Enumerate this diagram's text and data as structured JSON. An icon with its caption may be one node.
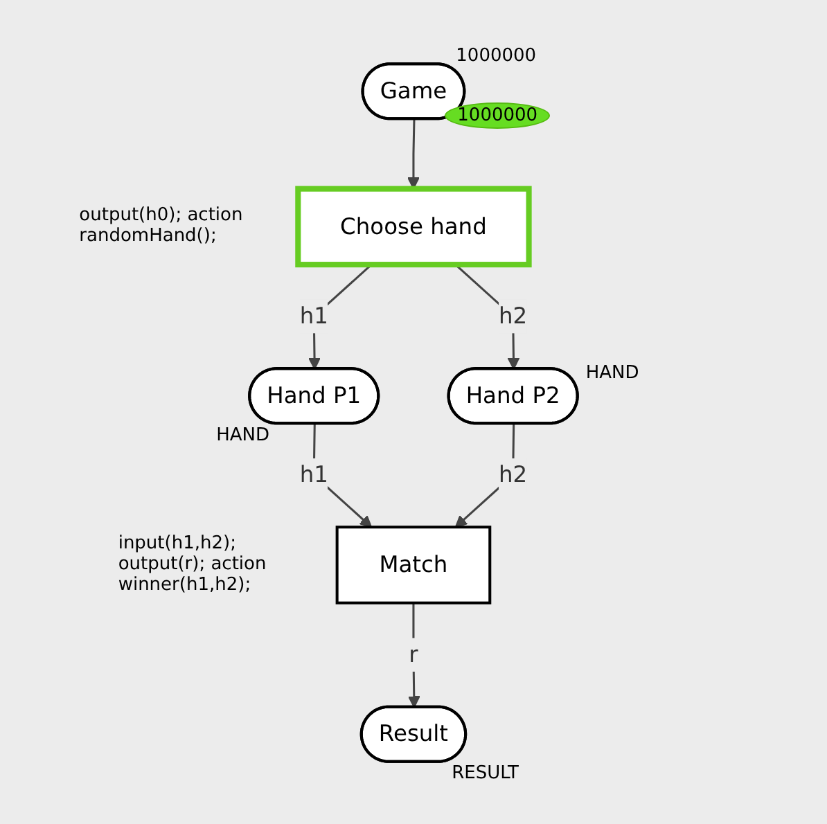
{
  "diagram": {
    "nodes": [
      {
        "text": [
          "Game"
        ],
        "beside": [
          "1000000",
          "1000000"
        ]
      },
      {
        "text": [
          "Choose hand"
        ],
        "beside": [
          "output(h0); action randomHand();"
        ]
      },
      {
        "text": [
          "Hand P1"
        ],
        "beside": [
          "HAND"
        ]
      },
      {
        "text": [
          "Match"
        ],
        "beside": [
          "input(h1,h2); output(r); action winner(h1,h2);"
        ]
      },
      {
        "text": [
          "Hand P2"
        ],
        "beside": [
          "HAND"
        ]
      },
      {
        "text": [
          "Result"
        ],
        "beside": [
          "RESULT"
        ]
      }
    ],
    "edges": [
      {
        "from": 0,
        "to": 1,
        "arrow": "to"
      },
      {
        "from": 1,
        "to": 2,
        "label": "h1",
        "arrow": "to"
      },
      {
        "from": 1,
        "to": 4,
        "label": "h2",
        "arrow": "to"
      },
      {
        "from": 2,
        "to": 3,
        "label": "h1",
        "arrow": "to"
      },
      {
        "from": 4,
        "to": 3,
        "label": "h2",
        "arrow": "to"
      },
      {
        "from": 3,
        "to": 5,
        "label": "r",
        "arrow": "to"
      }
    ]
  }
}
